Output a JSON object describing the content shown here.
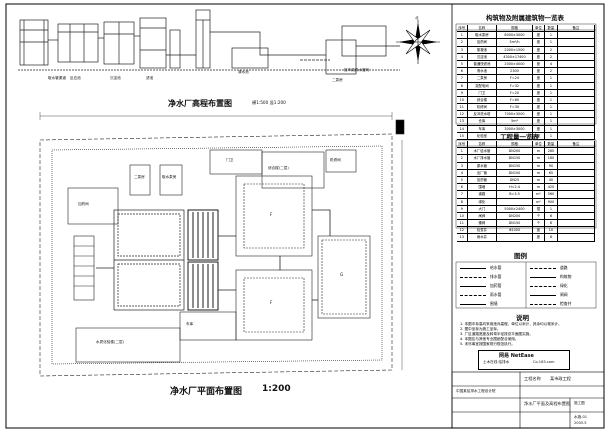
{
  "profile": {
    "title": "净水厂高程布置图",
    "scale": "横1:500 竖1:200",
    "labels": [
      "取水管渠道",
      "反应池",
      "沉淀池",
      "滤池",
      "二泵房",
      "清水池",
      "接市政供水管网"
    ]
  },
  "compass": {
    "label": "北"
  },
  "structures_table": {
    "title": "构筑物及附属建筑物一览表",
    "headers": [
      "序号",
      "名称",
      "规格",
      "单位",
      "数量",
      "备注"
    ],
    "rows": [
      [
        "1",
        "取水泵房",
        "8000×3000",
        "座",
        "1",
        ""
      ],
      [
        "2",
        "加药间",
        "3m³/h",
        "座",
        "1",
        ""
      ],
      [
        "3",
        "絮凝池",
        "2000×1500",
        "座",
        "2",
        ""
      ],
      [
        "4",
        "沉淀池",
        "4300×17400",
        "座",
        "2",
        ""
      ],
      [
        "5",
        "普通快滤池",
        "2000×4000",
        "座",
        "4",
        ""
      ],
      [
        "6",
        "清水池",
        "2300",
        "座",
        "2",
        ""
      ],
      [
        "7",
        "二泵房",
        "F=24",
        "座",
        "1",
        ""
      ],
      [
        "8",
        "变配电间",
        "F=32",
        "座",
        "1",
        ""
      ],
      [
        "9",
        "门卫",
        "F=20",
        "座",
        "1",
        ""
      ],
      [
        "10",
        "综合楼",
        "F=60",
        "座",
        "1",
        ""
      ],
      [
        "11",
        "机修间",
        "F=30",
        "座",
        "1",
        ""
      ],
      [
        "12",
        "反冲洗水塔",
        "7000×3000",
        "座",
        "1",
        ""
      ],
      [
        "13",
        "仓库",
        "5m³",
        "座",
        "1",
        ""
      ],
      [
        "14",
        "车库",
        "3000×3000",
        "座",
        "1",
        ""
      ],
      [
        "15",
        "化验室",
        "",
        "座",
        "1",
        ""
      ]
    ]
  },
  "materials_table": {
    "title": "工程量一览表",
    "headers": [
      "序号",
      "名称",
      "规格",
      "单位",
      "数量",
      "备注"
    ],
    "rows": [
      [
        "1",
        "水厂给水管",
        "DN200",
        "m",
        "260",
        ""
      ],
      [
        "2",
        "水厂排水管",
        "DN150",
        "m",
        "180",
        ""
      ],
      [
        "3",
        "原水管",
        "DN150",
        "m",
        "90",
        ""
      ],
      [
        "4",
        "出厂管",
        "DN100",
        "m",
        "65",
        ""
      ],
      [
        "5",
        "加药管",
        "DN25",
        "m",
        "40",
        ""
      ],
      [
        "6",
        "围墙",
        "H=2.4",
        "m",
        "420",
        ""
      ],
      [
        "7",
        "道路",
        "B=3.5",
        "m²",
        "560",
        ""
      ],
      [
        "8",
        "绿化",
        "",
        "m²",
        "900",
        ""
      ],
      [
        "9",
        "大门",
        "5000×2400",
        "樘",
        "1",
        ""
      ],
      [
        "10",
        "闸阀",
        "DN200",
        "个",
        "6",
        ""
      ],
      [
        "11",
        "蝶阀",
        "DN150",
        "个",
        "8",
        ""
      ],
      [
        "12",
        "检查井",
        "Φ1000",
        "座",
        "10",
        ""
      ],
      [
        "13",
        "雨水井",
        "",
        "座",
        "8",
        ""
      ]
    ]
  },
  "legend": {
    "title": "图例",
    "items": [
      "给水管",
      "排水管",
      "加药管",
      "雨水管",
      "围墙",
      "道路",
      "构筑物",
      "绿化",
      "闸阀",
      "检查井"
    ]
  },
  "notes": {
    "title": "说明",
    "lines": [
      "1. 本图中标高均采用绝对高程，单位以米计，其余均以毫米计。",
      "2. 图中坐标为施工坐标。",
      "3. 厂区道路宽度及转弯半径按总平面图实施。",
      "4. 本图应与其他专业图纸配合使用。",
      "5. 未尽事宜按国家现行规范执行。"
    ]
  },
  "site_plan": {
    "title": "净水厂平面布置图",
    "scale": "1:200",
    "buildings": {
      "chem": "加药间",
      "office": "综合楼(二层)",
      "gate": "门卫",
      "warehouse": "机修间",
      "dorm": "水质化验楼(二层)",
      "garage": "车库",
      "pump": "二泵房",
      "boiler": "取水泵房",
      "tank_f1": "F",
      "tank_f2": "F",
      "tank_g": "G"
    }
  },
  "stamp": {
    "brand": "网易 NetEase",
    "line1": "土木在线·给排水",
    "line2": "Co.163.com"
  },
  "title_block": {
    "project_label": "工程名称",
    "project_value": "某市政工程",
    "company": "中国某给排水工程设计院",
    "drawing_name": "净水厂平面及高程布置图",
    "stage": "施工图",
    "sheet_no": "水施-01",
    "date": "2005.5"
  }
}
